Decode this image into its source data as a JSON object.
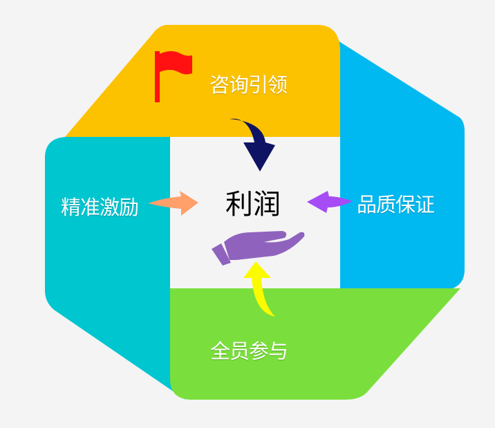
{
  "center": {
    "title": "利润"
  },
  "segments": {
    "top": {
      "label": "咨询引领",
      "color": "#fcc200"
    },
    "right": {
      "label": "品质保证",
      "color": "#00b9f0"
    },
    "bottom": {
      "label": "全员参与",
      "color": "#7adf3c"
    },
    "left": {
      "label": "精准激励",
      "color": "#00c6d0"
    }
  },
  "arrows": {
    "top": {
      "color": "#0e1363"
    },
    "right": {
      "color": "#a64cf5"
    },
    "bottom": {
      "color": "#fbfb00"
    },
    "left": {
      "color": "#ffa06a"
    }
  },
  "icons": {
    "flag": {
      "name": "red-flag-icon",
      "color": "#ff1111"
    },
    "hand": {
      "name": "open-hand-icon",
      "color": "#8f63bd"
    }
  },
  "colors": {
    "center_background": "#f4f4f4",
    "label_text": "#ffffff",
    "title_text": "#000000"
  }
}
